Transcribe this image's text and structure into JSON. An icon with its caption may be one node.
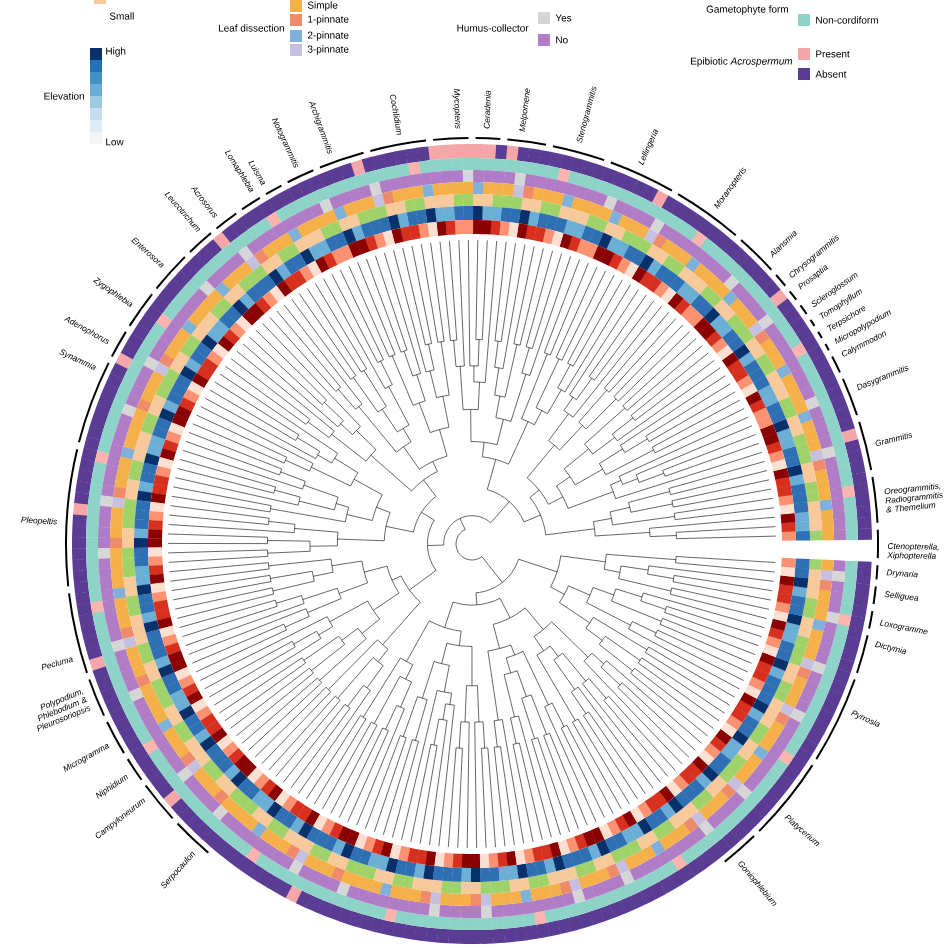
{
  "diagram": {
    "labels": [
      "Leaf dissection",
      "Humus-collector",
      "Gametophyte form",
      "Epibiotic *Acrospermum*",
      "Elevation",
      "High",
      "Low",
      "Mycopteris",
      "Ceradenia",
      "Melpomene",
      "Cochlidium",
      "Stenogrammitis",
      "Archigrammitis",
      "Lellingeria",
      "Notogrammitis",
      "Luisma",
      "Lomaphlebia",
      "Moranopteris",
      "Acrosorus",
      "Leucotrichum",
      "Alansmia",
      "Enterosora",
      "Chrysogrammitis",
      "Prosaptia",
      "Zygophlebia",
      "Scleroglossum",
      "Tomophyllum",
      "Terpsichore",
      "Adenophorus",
      "Micropolypodium",
      "Calymmodon",
      "Synammia",
      "Dasygrammitis",
      "Grammitis",
      "Oreogrammitis, Radiogrammitis & Themelium",
      "Pleopeltis",
      "Ctenopterella, Xiphopterella",
      "Drynaria",
      "Selliguea",
      "Loxogramme",
      "Dictymia",
      "Pecluma",
      "Polypodium, Phlebodium & Pleurosoriopsis",
      "Pyrrosia",
      "Microgramma",
      "Niphidium",
      "Campyloneurum",
      "Platycerium",
      "Serpocaulon",
      "Goniophlebium"
    ],
    "legend": [
      {
        "text": "Small",
        "color": "#f7c99b"
      },
      {
        "text": "Simple",
        "color": "#f5b04a"
      },
      {
        "text": "1-pinnate",
        "color": "#ee8b6a"
      },
      {
        "text": "2-pinnate",
        "color": "#7fb0d8"
      },
      {
        "text": "3-pinnate",
        "color": "#c6bfe0"
      },
      {
        "text": "Yes",
        "color": "#d6d6d6"
      },
      {
        "text": "No",
        "color": "#b07cc6"
      },
      {
        "text": "Non-cordiform",
        "color": "#8dd3c7"
      },
      {
        "text": "Present",
        "color": "#f4a6a8"
      },
      {
        "text": "Absent",
        "color": "#5b3c94"
      }
    ]
  }
}
